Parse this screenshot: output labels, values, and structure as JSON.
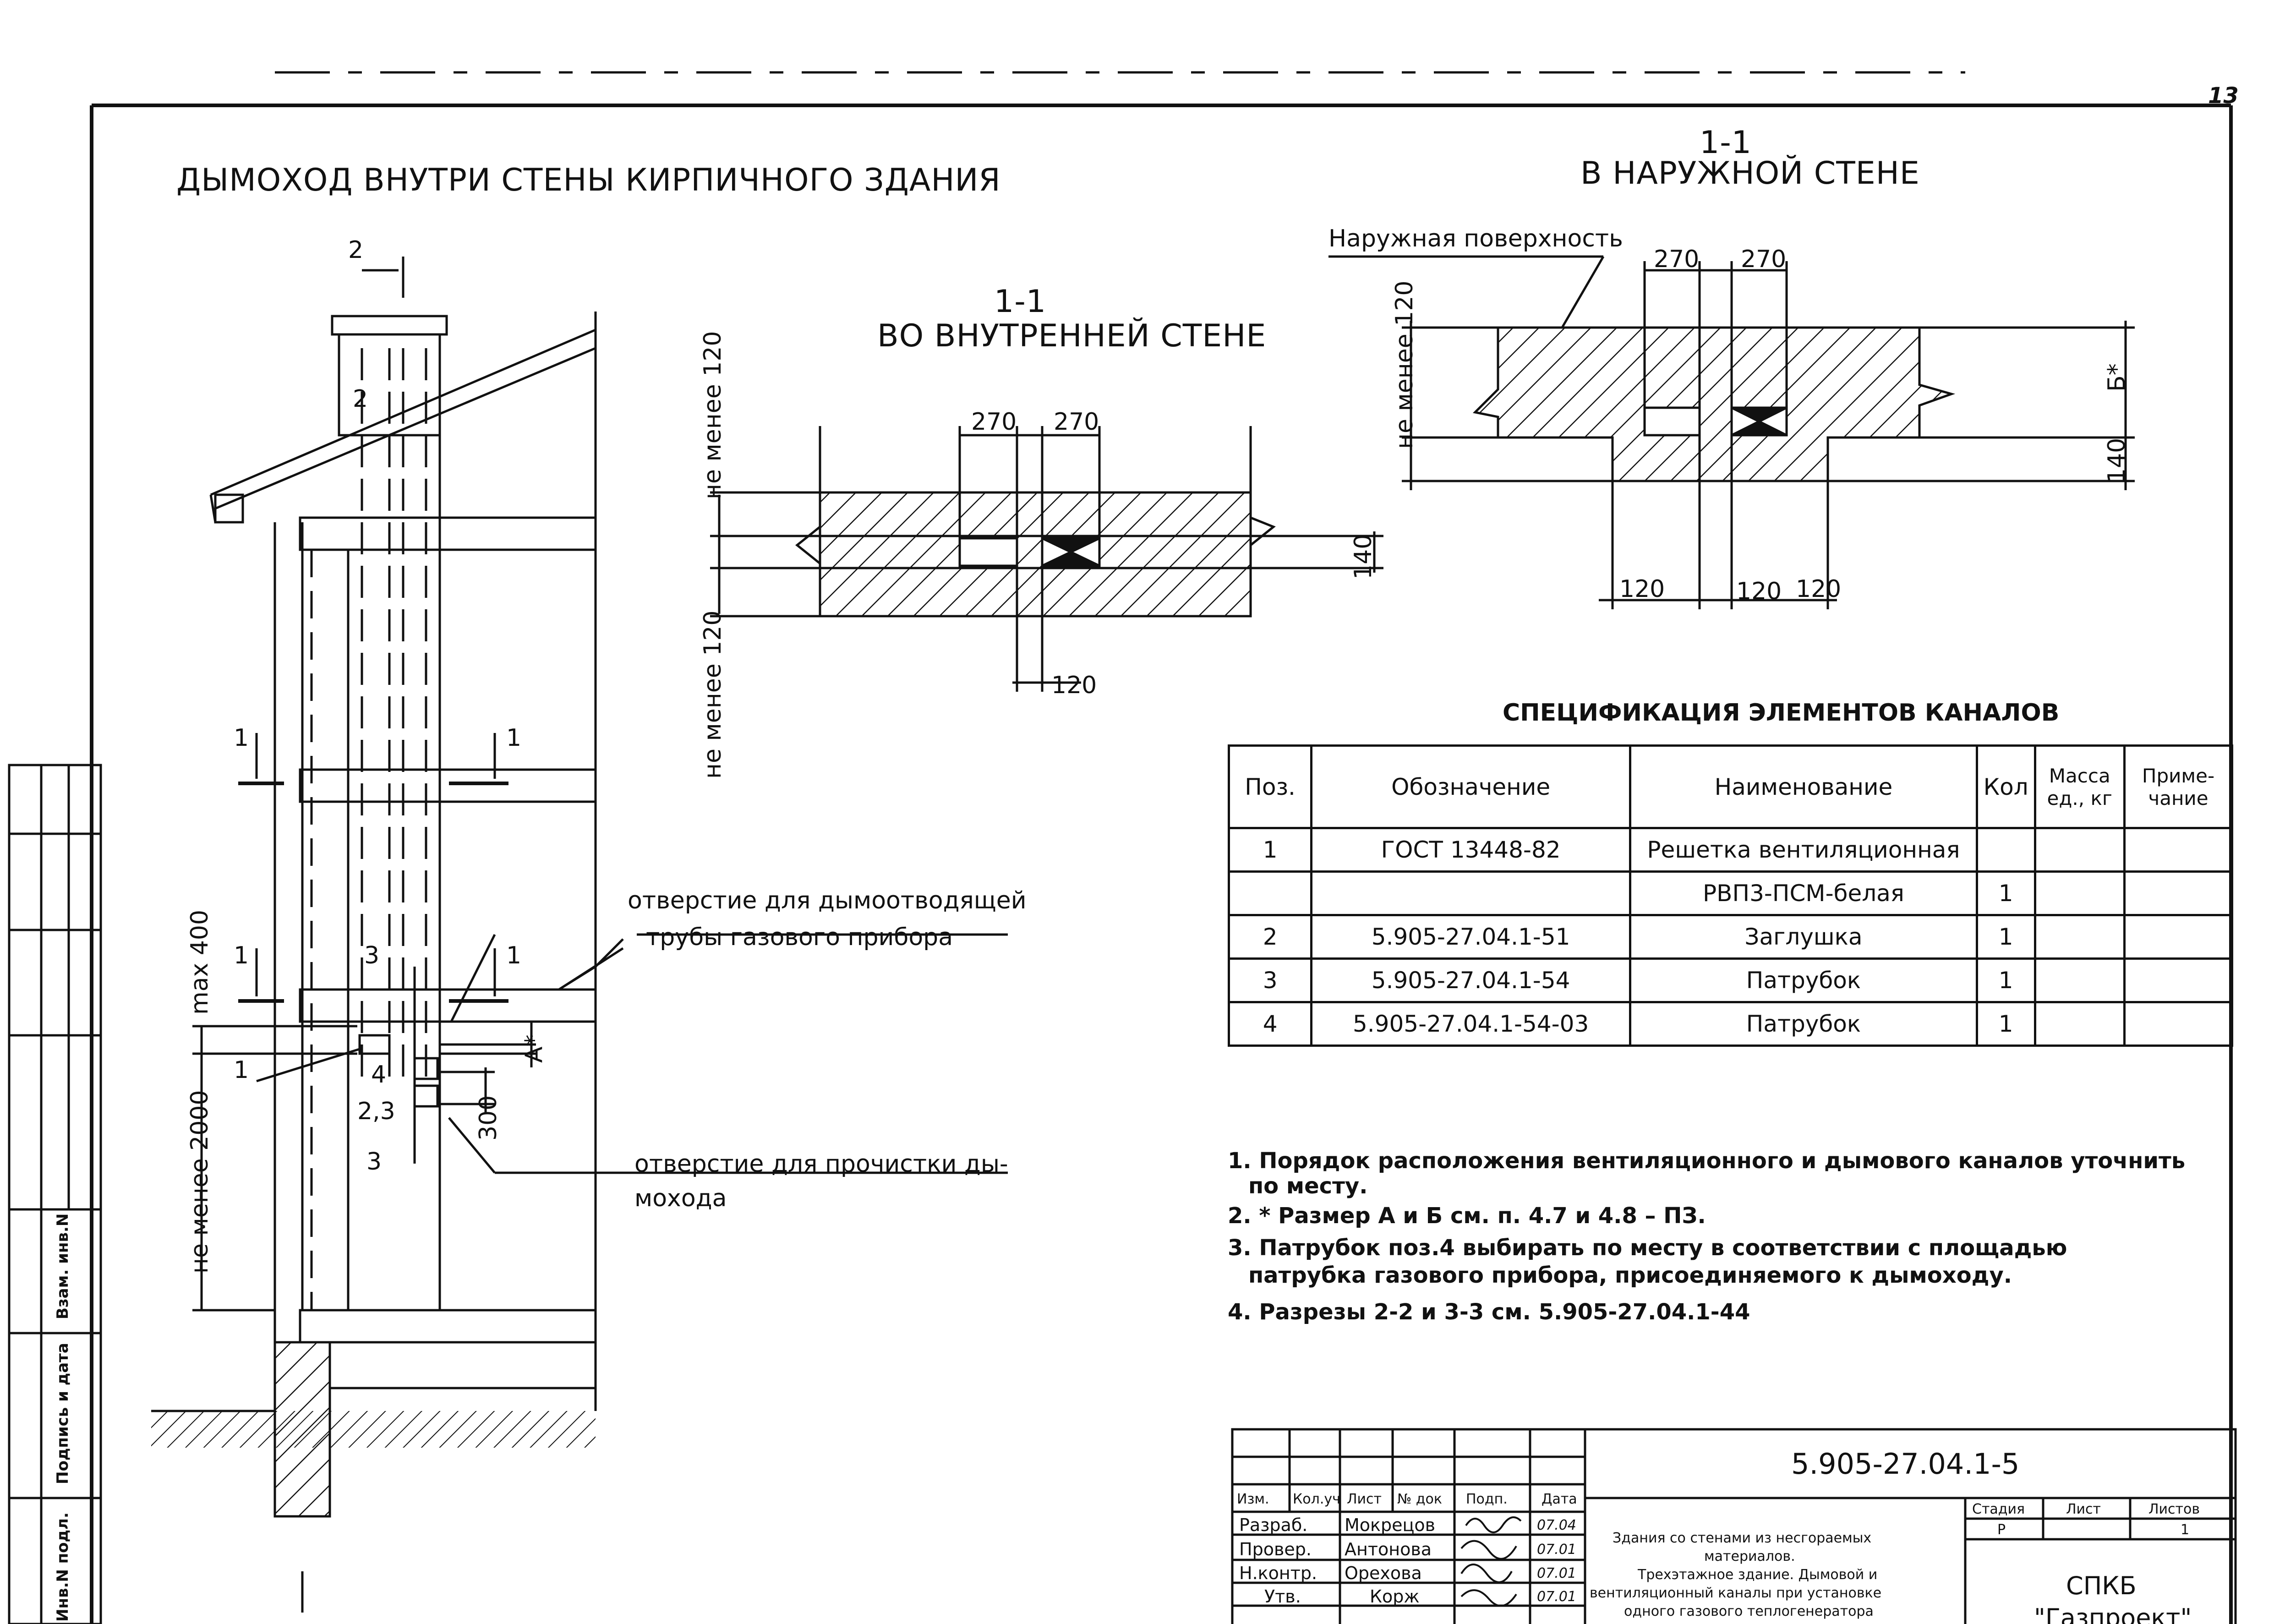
{
  "sheet": {
    "sheet_number": "13",
    "main_title": "ДЫМОХОД ВНУТРИ СТЕНЫ КИРПИЧНОГО ЗДАНИЯ",
    "section_inner": {
      "num": "1-1",
      "title": "ВО ВНУТРЕННЕЙ СТЕНЕ"
    },
    "section_outer": {
      "num": "1-1",
      "title": "В НАРУЖНОЙ СТЕНЕ"
    },
    "outer_surface_label": "Наружная поверхность",
    "dims": {
      "d270": "270",
      "d120": "120",
      "d140": "140",
      "ne_menee_120": "не менее 120",
      "b_star": "Б*",
      "a_star": "А*",
      "max400": "max 400",
      "ne_menee_2000": "не менее 2000",
      "d300": "300"
    },
    "marks": {
      "m1": "1",
      "m2": "2",
      "m3": "3",
      "m4": "4",
      "m23": "2,3"
    },
    "callouts": {
      "flue_hole_1": "отверстие для дымоотводящей",
      "flue_hole_2": "трубы газового прибора",
      "clean_hole_1": "отверстие для прочистки ды-",
      "clean_hole_2": "мохода"
    }
  },
  "spec": {
    "title": "СПЕЦИФИКАЦИЯ ЭЛЕМЕНТОВ КАНАЛОВ",
    "headers": {
      "pos": "Поз.",
      "designation": "Обозначение",
      "name": "Наименование",
      "qty": "Кол",
      "mass_1": "Масса",
      "mass_2": "ед., кг",
      "note_1": "Приме-",
      "note_2": "чание"
    },
    "rows": [
      {
        "pos": "1",
        "designation": "ГОСТ 13448-82",
        "name": "Решетка вентиляционная",
        "qty": ""
      },
      {
        "pos": "",
        "designation": "",
        "name": "РВП3-ПСМ-белая",
        "qty": "1"
      },
      {
        "pos": "2",
        "designation": "5.905-27.04.1-51",
        "name": "Заглушка",
        "qty": "1"
      },
      {
        "pos": "3",
        "designation": "5.905-27.04.1-54",
        "name": "Патрубок",
        "qty": "1"
      },
      {
        "pos": "4",
        "designation": "5.905-27.04.1-54-03",
        "name": "Патрубок",
        "qty": "1"
      }
    ]
  },
  "notes": [
    "1. Порядок расположения вентиляционного и дымового каналов уточнить",
    "по месту.",
    "2. * Размер А и Б см. п. 4.7 и 4.8 – ПЗ.",
    "3. Патрубок поз.4 выбирать по месту в соответствии с площадью",
    "патрубка газового прибора, присоединяемого к дымоходу.",
    "4. Разрезы 2-2 и 3-3 см. 5.905-27.04.1-44"
  ],
  "stamp": {
    "doc_code": "5.905-27.04.1-5",
    "headers": [
      "Изм.",
      "Кол.уч",
      "Лист",
      "№ док",
      "Подп.",
      "Дата"
    ],
    "people": [
      {
        "role": "Разраб.",
        "name": "Мокрецов",
        "date": "07.04"
      },
      {
        "role": "Провер.",
        "name": "Антонова",
        "date": "07.01"
      },
      {
        "role": "Н.контр.",
        "name": "Орехова",
        "date": "07.01"
      },
      {
        "role": "Утв.",
        "name": "Корж",
        "date": "07.01"
      }
    ],
    "desc": [
      "Здания со стенами из несгораемых",
      "материалов.",
      "Трехэтажное здание. Дымовой и",
      "вентиляционный каналы при установке",
      "одного газового теплогенератора"
    ],
    "stage_label": "Стадия",
    "sheet_label": "Лист",
    "sheets_label": "Листов",
    "stage": "Р",
    "sheets": "1",
    "org_1": "СПКБ",
    "org_2": "\"Газпроект\""
  },
  "side_strip": {
    "inv_zam": "Взам. инв.N",
    "sign_date": "Подпись и дата",
    "inv_podl": "Инв.N подл."
  }
}
